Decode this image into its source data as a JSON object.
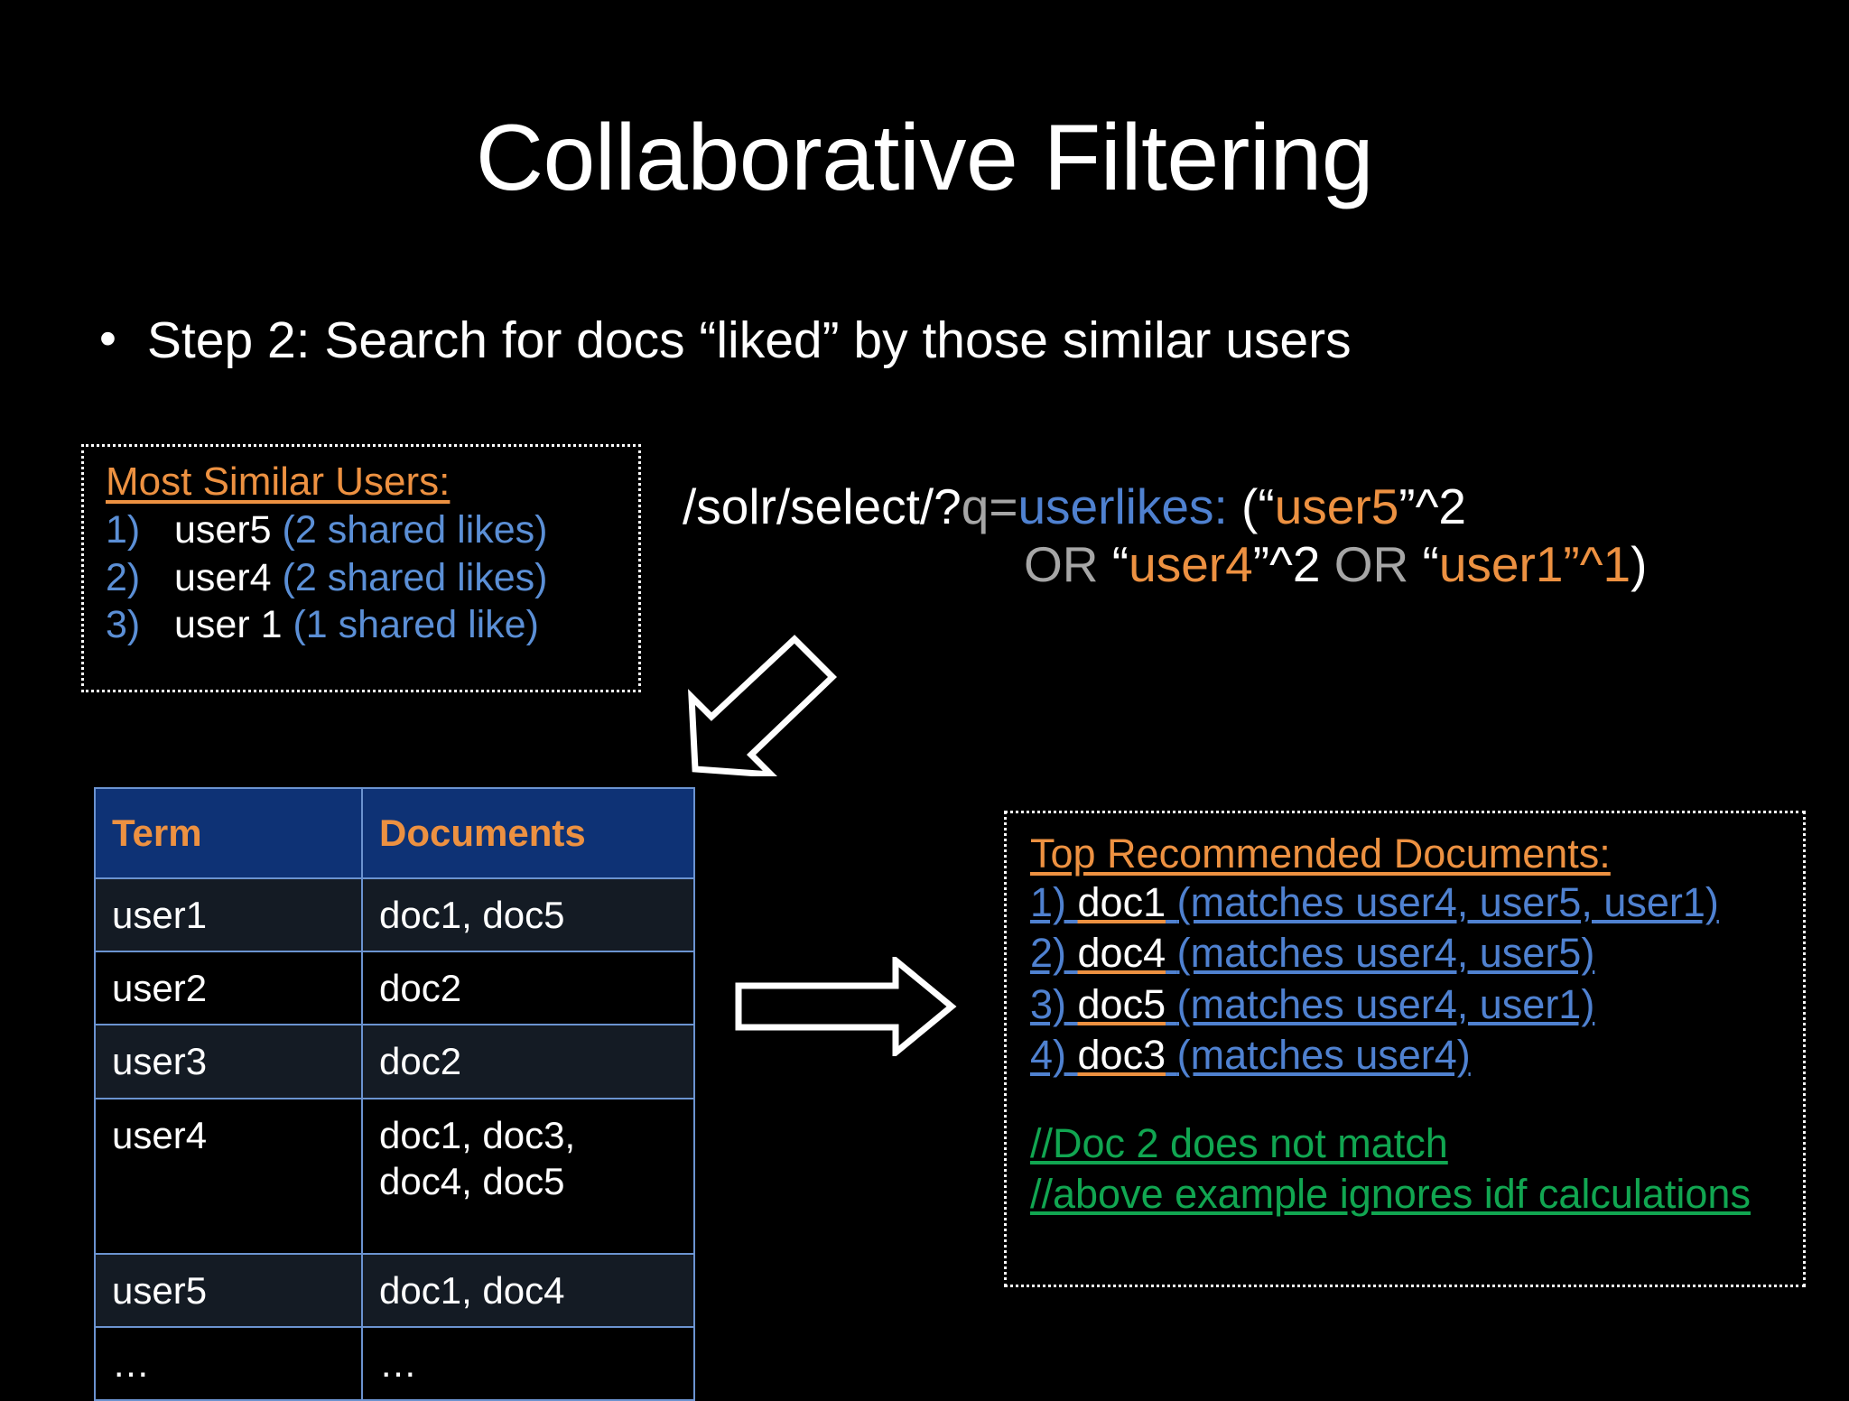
{
  "slide": {
    "title": "Collaborative Filtering",
    "bullet": {
      "marker": "•",
      "text": "Step 2: Search for docs “liked” by those similar users"
    }
  },
  "similar_users_panel": {
    "title": "Most Similar Users:",
    "items": [
      {
        "number": "1)",
        "user": "user5",
        "note": "(2 shared likes)"
      },
      {
        "number": "2)",
        "user": "user4",
        "note": "(2 shared likes)"
      },
      {
        "number": "3)",
        "user": "user 1",
        "note": "(1 shared like)"
      }
    ]
  },
  "solr_query": {
    "line1": {
      "path": "/solr/select/?",
      "param": "q=",
      "field": "userlikes",
      "colon": ": ",
      "open_paren": "(",
      "quote_open": "“",
      "term": "user5",
      "quote_close": "”",
      "boost": "^2"
    },
    "line2": {
      "or1": "OR ",
      "quote_open1": "“",
      "term1": "user4",
      "quote_close1": "”",
      "boost1": "^2 ",
      "or2": "OR ",
      "quote_open2": "“",
      "term2": "user1",
      "quote_close2": "”",
      "boost2": "^1",
      "close_paren": ")"
    }
  },
  "term_table": {
    "headers": [
      "Term",
      "Documents"
    ],
    "rows": [
      {
        "term": "user1",
        "documents": "doc1, doc5"
      },
      {
        "term": "user2",
        "documents": "doc2"
      },
      {
        "term": "user3",
        "documents": "doc2"
      },
      {
        "term": "user4",
        "documents": "doc1, doc3, doc4, doc5"
      },
      {
        "term": "user5",
        "documents": "doc1, doc4"
      },
      {
        "term": "…",
        "documents": "…"
      }
    ]
  },
  "recommended_panel": {
    "title": "Top Recommended Documents:",
    "items": [
      {
        "number": "1)",
        "doc": "doc1",
        "matches": "(matches user4, user5, user1)"
      },
      {
        "number": "2)",
        "doc": "doc4",
        "matches": "(matches user4, user5)"
      },
      {
        "number": "3)",
        "doc": "doc5",
        "matches": "(matches user4, user1)"
      },
      {
        "number": "4)",
        "doc": "doc3",
        "matches": "(matches user4)"
      }
    ],
    "comments": [
      "//Doc 2 does not match",
      "//above example ignores idf calculations"
    ]
  },
  "arrows": {
    "diagonal": "arrow-down-left",
    "horizontal": "arrow-right"
  },
  "colors": {
    "background": "#000000",
    "accent_orange": "#ed9141",
    "accent_blue": "#4f81d0",
    "header_blue": "#0e3275",
    "comment_green": "#11a651",
    "gray": "#a6a6a6",
    "text_white": "#ffffff"
  }
}
